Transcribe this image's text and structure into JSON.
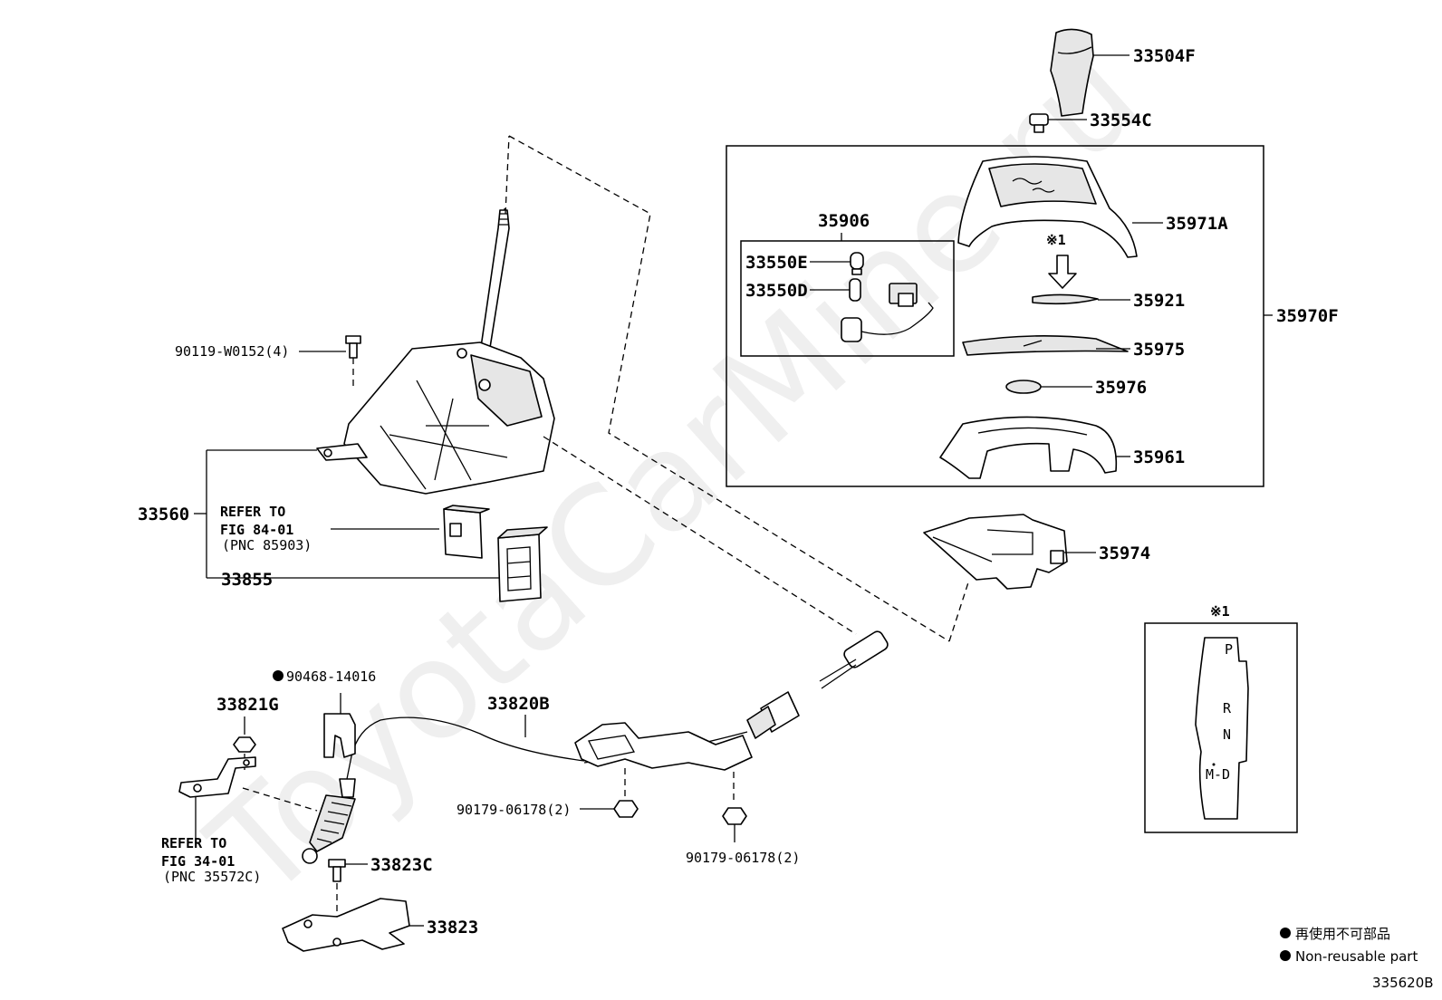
{
  "watermark": "ToyotaCarMine.ru",
  "callouts": {
    "p33504F": "33504F",
    "p33554C": "33554C",
    "p35971A": "35971A",
    "p35906": "35906",
    "p33550E": "33550E",
    "p33550D": "33550D",
    "p35921": "35921",
    "p35970F": "35970F",
    "p35975": "35975",
    "p35976": "35976",
    "p35961": "35961",
    "p35974": "35974",
    "p90119": "90119-W0152(4)",
    "p33560": "33560",
    "p33855": "33855",
    "p90468": "90468-14016",
    "p33821G": "33821G",
    "p33820B": "33820B",
    "p90179a": "90179-06178(2)",
    "p90179b": "90179-06178(2)",
    "p33823C": "33823C",
    "p33823": "33823"
  },
  "notes": {
    "ref84_line1": "REFER TO",
    "ref84_line2": "FIG 84-01",
    "ref84_line3": "(PNC 85903)",
    "ref34_line1": "REFER TO",
    "ref34_line2": "FIG 34-01",
    "ref34_line3": "(PNC 35572C)",
    "marker_arrow": "※1",
    "marker_inset": "※1"
  },
  "inset": {
    "positions": [
      "P",
      "R",
      "N",
      "M-D"
    ]
  },
  "legend": {
    "jp": "再使用不可部品",
    "en": "Non-reusable part"
  },
  "figure_code": "335620B"
}
